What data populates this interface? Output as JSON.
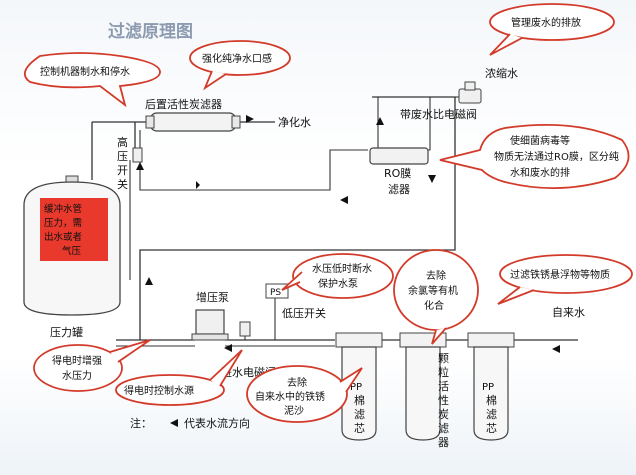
{
  "title": "过滤原理图",
  "labels": {
    "post_filter": "后置活性炭滤器",
    "pure_water": "净化水",
    "high_switch": [
      "高",
      "压",
      "开",
      "关"
    ],
    "concentrate": "浓缩水",
    "waste_valve": "带废水比电磁阀",
    "ro_membrane": [
      "RO膜",
      "滤器"
    ],
    "tank_text": [
      "缓冲水管",
      "压力，需",
      "出水或者",
      "气压"
    ],
    "tank_label": "压力罐",
    "pump": "增压泵",
    "ps": "PS",
    "low_switch": "低压开关",
    "inlet_valve": "进水电磁阀",
    "tap_water": "自来水",
    "pp1": [
      "PP",
      "棉",
      "滤",
      "芯"
    ],
    "granular": [
      "颗",
      "粒",
      "活",
      "性",
      "炭",
      "滤",
      "器"
    ],
    "pp2": [
      "PP",
      "棉",
      "滤",
      "芯"
    ],
    "note": "注：",
    "flow_note": "代表水流方向"
  },
  "bubbles": {
    "control": [
      "控制机器制水和停水"
    ],
    "taste": [
      "强化纯净水口感"
    ],
    "waste": [
      "管理废水的排放"
    ],
    "ro": [
      "使细菌病毒等",
      "物质无法通过RO膜，区分纯",
      "水和废水的排"
    ],
    "low_protect": [
      "水压低时断水",
      "保护水泵"
    ],
    "chlorine": [
      "去除",
      "余氯等有机",
      "化合"
    ],
    "rust": [
      "过滤铁锈悬浮物等物质"
    ],
    "pressurize": [
      "得电时增强",
      "水压力"
    ],
    "inlet": [
      "得电时控制水源"
    ],
    "sediment": [
      "去除",
      "自来水中的铁锈",
      "泥沙"
    ]
  },
  "colors": {
    "bubble_border": "#d23b2a",
    "tank_highlight": "#e8392c",
    "title": "#8c9bb0"
  }
}
